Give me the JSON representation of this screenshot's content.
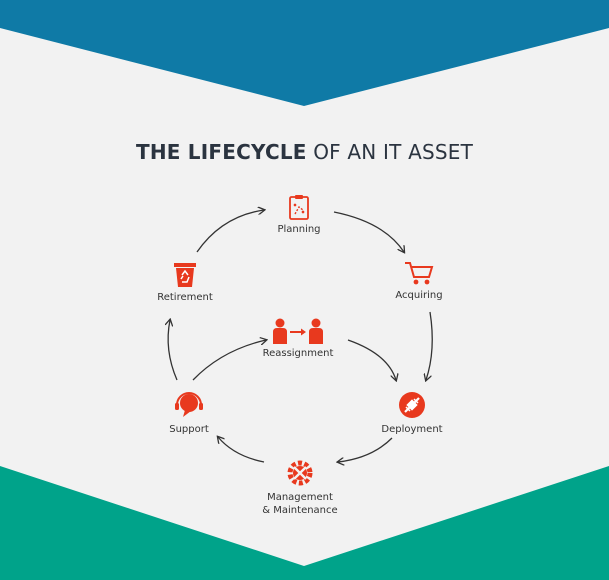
{
  "title": {
    "bold": "THE LIFECYCLE",
    "rest": " OF AN IT ASSET"
  },
  "colors": {
    "top_band": "#0f7aa6",
    "bottom_band": "#00a38a",
    "background": "#f2f2f2",
    "icon": "#e8391e",
    "arrow": "#333333"
  },
  "nodes": {
    "planning": {
      "label": "Planning",
      "icon": "clipboard-icon"
    },
    "acquiring": {
      "label": "Acquiring",
      "icon": "shopping-cart-icon"
    },
    "deployment": {
      "label": "Deployment",
      "icon": "plug-icon"
    },
    "management": {
      "label_line1": "Management",
      "label_line2": "& Maintenance",
      "icon": "wrench-gear-icon"
    },
    "support": {
      "label": "Support",
      "icon": "headset-chat-icon"
    },
    "retirement": {
      "label": "Retirement",
      "icon": "recycle-bin-icon"
    },
    "reassignment": {
      "label": "Reassignment",
      "icon": "people-transfer-icon"
    }
  }
}
